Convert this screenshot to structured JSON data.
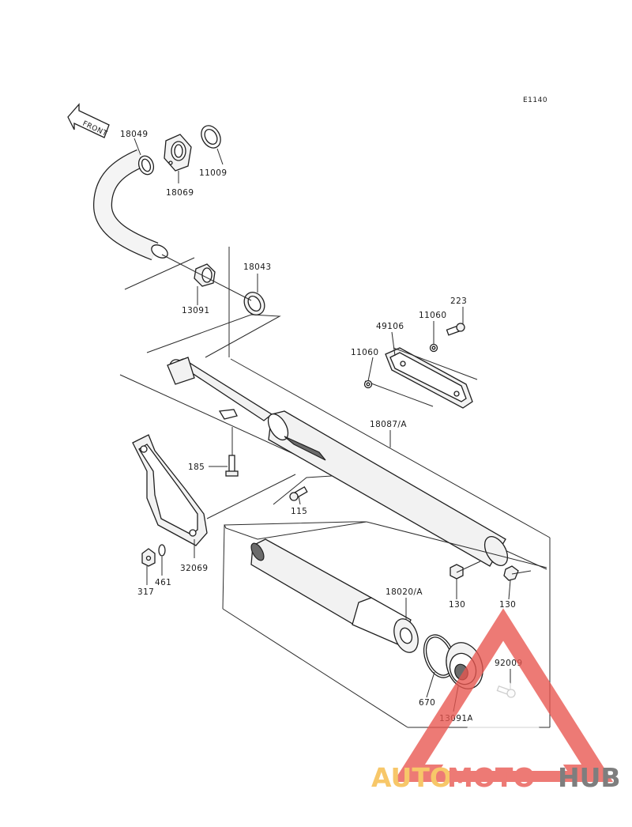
{
  "diagram": {
    "code": "E1140",
    "front_label": "FRONT",
    "parts": [
      {
        "id": "p18049",
        "label": "18049"
      },
      {
        "id": "p18069",
        "label": "18069"
      },
      {
        "id": "p11009",
        "label": "11009"
      },
      {
        "id": "p18043",
        "label": "18043"
      },
      {
        "id": "p13091",
        "label": "13091"
      },
      {
        "id": "p223",
        "label": "223"
      },
      {
        "id": "p11060a",
        "label": "11060"
      },
      {
        "id": "p49106",
        "label": "49106"
      },
      {
        "id": "p11060b",
        "label": "11060"
      },
      {
        "id": "p18087A",
        "label": "18087/A"
      },
      {
        "id": "p185",
        "label": "185"
      },
      {
        "id": "p115",
        "label": "115"
      },
      {
        "id": "p32069",
        "label": "32069"
      },
      {
        "id": "p317",
        "label": "317"
      },
      {
        "id": "p461",
        "label": "461"
      },
      {
        "id": "p18020A",
        "label": "18020/A"
      },
      {
        "id": "p130a",
        "label": "130"
      },
      {
        "id": "p130b",
        "label": "130"
      },
      {
        "id": "p92009",
        "label": "92009"
      },
      {
        "id": "p670",
        "label": "670"
      },
      {
        "id": "p13091A",
        "label": "13091A"
      }
    ]
  },
  "watermark": {
    "part1": "AUTO",
    "part2": "MOTO",
    "part3": "HUB",
    "colors": {
      "auto": "#f5b840",
      "moto": "#e8564f",
      "hub": "#5a5a5a",
      "triangle": "#e8564f"
    }
  }
}
